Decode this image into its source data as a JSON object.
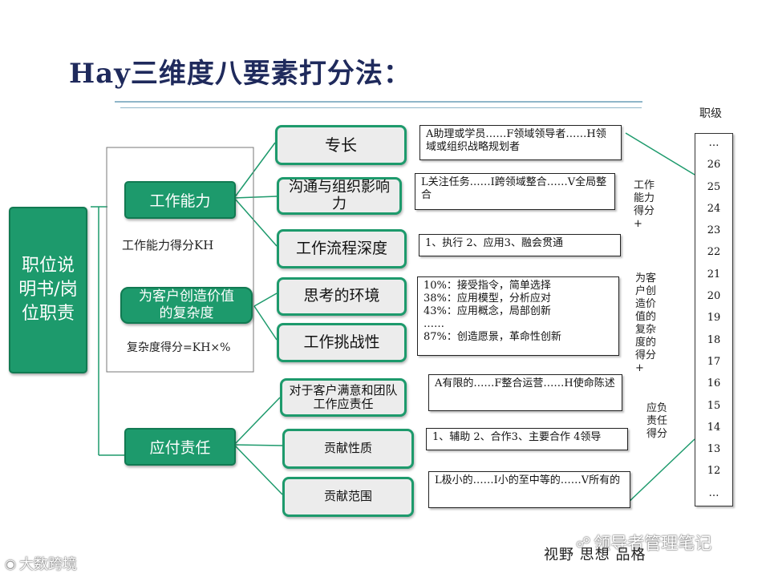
{
  "title": "Hay三维度八要素打分法：",
  "root": "职位说明书/岗位职责",
  "categories": [
    {
      "label": "工作能力",
      "score": "工作能力得分KH"
    },
    {
      "label": "为客户创造价值的复杂度",
      "score": "复杂度得分=KH×%"
    },
    {
      "label": "应付责任"
    }
  ],
  "factors": [
    {
      "label": "专长",
      "desc": "A助理或学员……F领域领导者……H领域或组织战略规划者"
    },
    {
      "label": "沟通与组织影响力",
      "desc": "L关注任务……I跨领域整合……V全局整合"
    },
    {
      "label": "工作流程深度",
      "desc": "1、执行 2、应用3、融会贯通"
    },
    {
      "label": "思考的环境",
      "desc_lines": [
        "10%：接受指令，简单选择",
        "38%：应用模型，分析应对",
        "43%：应用概念，局部创新",
        "……",
        "87%：创造愿景，革命性创新"
      ]
    },
    {
      "label": "工作挑战性"
    },
    {
      "label": "对于客户满意和团队工作应责任",
      "desc": "A有限的……F整合运营……H使命陈述"
    },
    {
      "label": "贡献性质",
      "desc": "1、辅助 2、合作3、主要合作 4领导"
    },
    {
      "label": "贡献范围",
      "desc": "L极小的……I小的至中等的……V所有的"
    }
  ],
  "side_notes": {
    "work": "工作能力得分+",
    "complexity": "为客户创造价值的复杂度的得分+",
    "responsibility": "应负责任得分"
  },
  "level_header": "职级",
  "levels": [
    "…",
    "26",
    "25",
    "24",
    "23",
    "22",
    "21",
    "20",
    "19",
    "18",
    "17",
    "16",
    "15",
    "14",
    "13",
    "12",
    "…"
  ],
  "watermark_right": "领导者管理笔记",
  "watermark_bottom": "视野 思想 品格",
  "watermark_left": "大数跨境",
  "colors": {
    "green": "#1d9a6c",
    "gray_fill": "#ececec",
    "title": "#1f2a5c",
    "rule": "#8fb6c9"
  }
}
